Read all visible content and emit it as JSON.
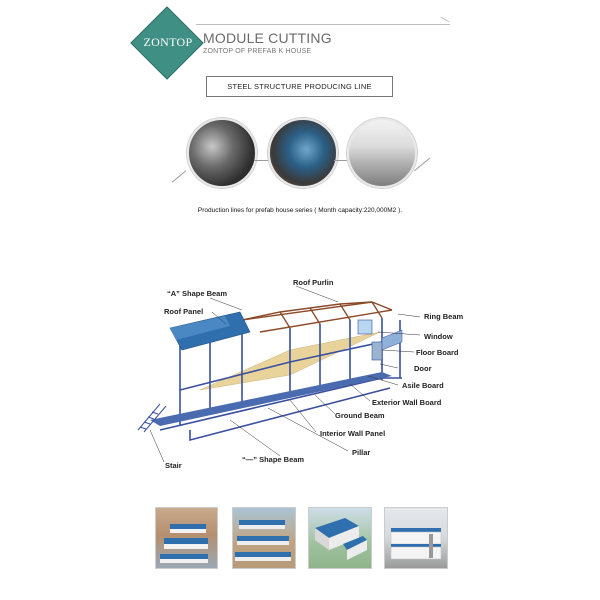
{
  "header": {
    "logo_text": "ZONTOP",
    "title": "MODULE CUTTING",
    "subtitle": "ZONTOP OF PREFAB K HOUSE"
  },
  "section": {
    "title": "STEEL STRUCTURE PRODUCING LINE"
  },
  "production_note": "Production lines for prefab house series ( Month capacity:220,000M2 ).",
  "labels": {
    "roof_purlin": "Roof Purlin",
    "a_shape_beam": "“A” Shape Beam",
    "roof_panel": "Roof Panel",
    "ring_beam": "Ring Beam",
    "window": "Window",
    "floor_board": "Floor Board",
    "door": "Door",
    "asile_board": "Asile Board",
    "exterior_wall_board": "Exterior Wall Board",
    "ground_beam": "Ground Beam",
    "interior_wall_panel": "Interior Wall Panel",
    "pillar": "Pillar",
    "dash_shape_beam": "“—” Shape Beam",
    "stair": "Stair"
  },
  "colors": {
    "logo": "#3f8f84",
    "roof": "#2f6fae",
    "frame_blue": "#3a4fa0",
    "truss_brown": "#8a4a2a",
    "floor": "#e8d49a"
  }
}
